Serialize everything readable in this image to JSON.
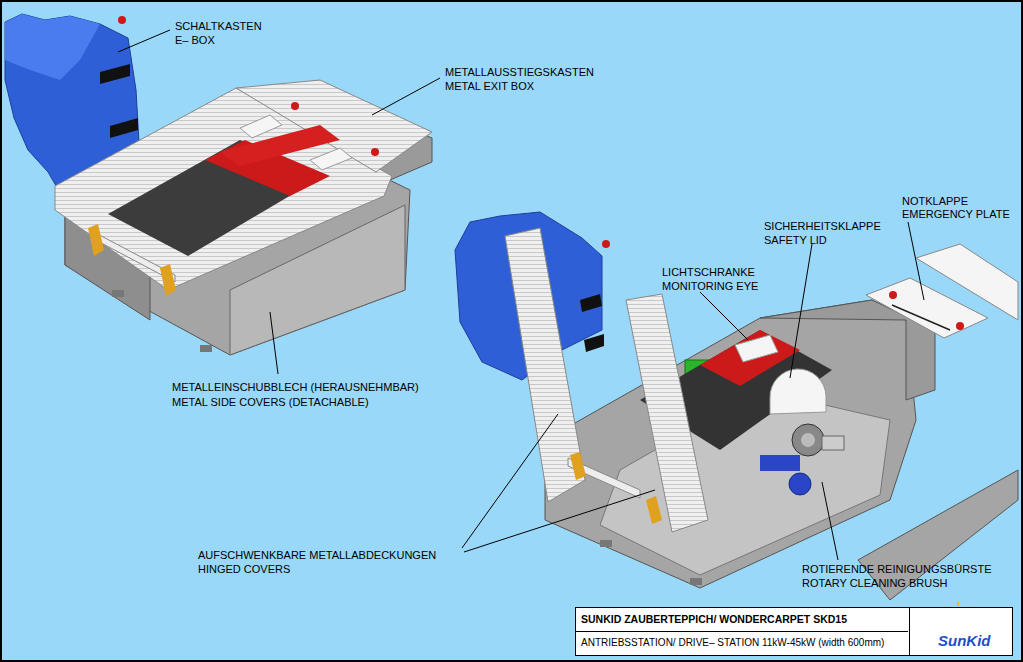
{
  "diagram": {
    "nodes": [
      {
        "text": [
          "SUNKID ZAUBERTEPPICH/ WONDERCARPET SKD15",
          "ANTRIEBSSTATION/ DRIVE– STATION 11kW-45kW (width 600mm)"
        ]
      },
      {
        "text": [
          "SunKid"
        ],
        "in": 0
      }
    ],
    "labels": [
      "SCHALTKASTEN",
      "E– BOX",
      "METALLAUSSTIEGSKASTEN",
      "METAL EXIT BOX",
      "NOTKLAPPE",
      "EMERGENCY PLATE",
      "SICHERHEITSKLAPPE",
      "SAFETY LID",
      "LICHTSCHRANKE",
      "MONITORING EYE",
      "METALLEINSCHUBBLECH (HERAUSNEHMBAR)",
      "METAL SIDE COVERS (DETACHABLE)",
      "AUFSCHWENKBARE METALLABDECKUNGEN",
      "HINGED COVERS",
      "ROTIERENDE REINIGUNGSBÜRSTE",
      "ROTARY CLEANING BRUSH"
    ]
  }
}
